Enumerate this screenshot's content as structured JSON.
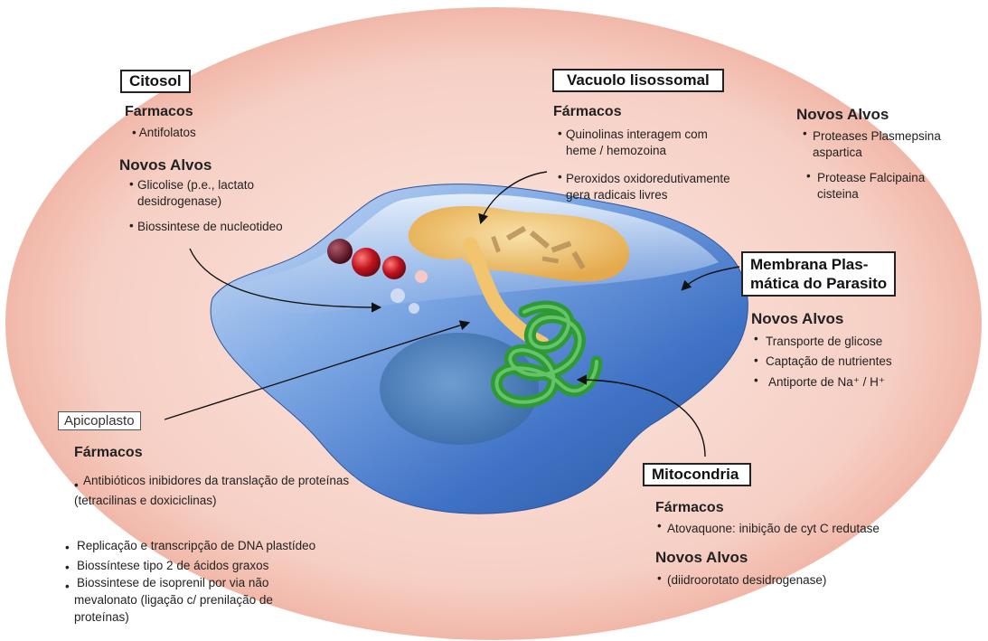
{
  "citosol": {
    "title": "Citosol",
    "drugs_heading": "Farmacos",
    "drugs": [
      "• Antifolatos"
    ],
    "targets_heading": "Novos Alvos",
    "targets": [
      "Glicolise (p.e., lactato",
      "desidrogenase)",
      "Biossintese de nucleotideo"
    ]
  },
  "vacuolo": {
    "title": "Vacuolo lisossomal",
    "drugs_heading": "Fármacos",
    "drugs": [
      "Quinolinas interagem com",
      "heme / hemozoina",
      "Peroxidos oxidoredutivamente",
      "gera radicais livres"
    ],
    "targets_heading": "Novos Alvos",
    "targets": [
      "Proteases Plasmepsina",
      "aspartica",
      "Protease Falcipaina",
      "cisteina"
    ]
  },
  "membrana": {
    "title_line1": "Membrana Plas-",
    "title_line2": "mática do Parasito",
    "targets_heading": "Novos Alvos",
    "targets": [
      "Transporte de glicose",
      "Captação de nutrientes",
      "Antiporte de Na⁺ / H⁺"
    ]
  },
  "apicoplasto": {
    "title": "Apicoplasto",
    "drugs_heading": "Fármacos",
    "drugs": [
      "Antibióticos inibidores da translação de proteínas",
      "(tetracilinas e doxiciclinas)"
    ],
    "targets": [
      "Replicação e transcripção de DNA plastídeo",
      "Biossíntese tipo 2 de ácidos graxos",
      "Biossintese de isoprenil por via não",
      "mevalonato (ligação c/ prenilação de",
      "proteínas)"
    ]
  },
  "mitocondria": {
    "title": "Mitocondria",
    "drugs_heading": "Fármacos",
    "drugs": [
      "Atovaquone: inibição de cyt C redutase"
    ],
    "targets_heading": "Novos Alvos",
    "targets": [
      "(diidroorotato desidrogenase)"
    ]
  },
  "bullet": "•",
  "colors": {
    "background_glow": "#f4c2b6",
    "cell_body": "#3f7fcf",
    "vacuole": "#f3c468",
    "mitochondria": "#3aa83f",
    "food_vesicles": "#c81e2a"
  }
}
